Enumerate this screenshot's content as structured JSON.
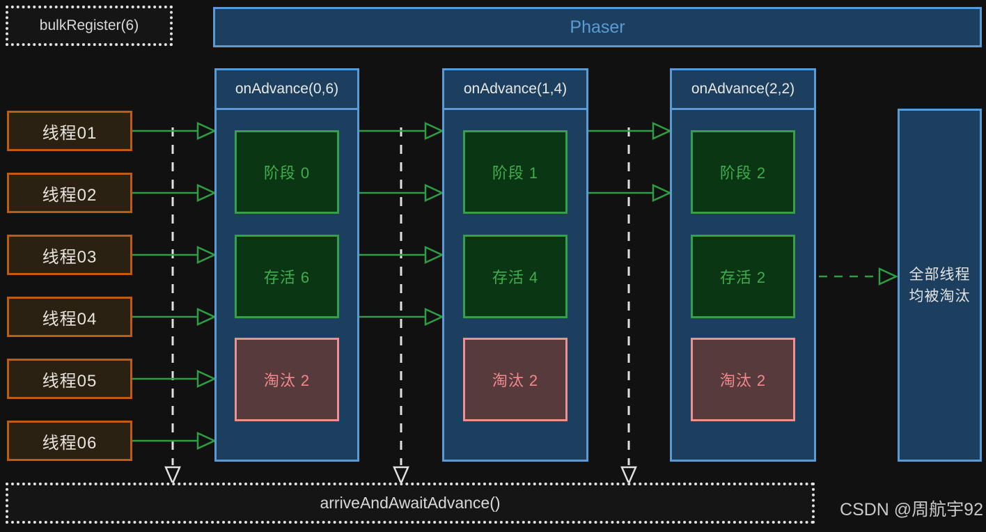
{
  "bulk_register": {
    "label": "bulkRegister(6)"
  },
  "phaser": {
    "title": "Phaser"
  },
  "threads": [
    {
      "label": "线程01"
    },
    {
      "label": "线程02"
    },
    {
      "label": "线程03"
    },
    {
      "label": "线程04"
    },
    {
      "label": "线程05"
    },
    {
      "label": "线程06"
    }
  ],
  "phases": [
    {
      "header": "onAdvance(0,6)",
      "stage": "阶段 0",
      "alive": "存活 6",
      "eliminated": "淘汰 2"
    },
    {
      "header": "onAdvance(1,4)",
      "stage": "阶段 1",
      "alive": "存活 4",
      "eliminated": "淘汰 2"
    },
    {
      "header": "onAdvance(2,2)",
      "stage": "阶段 2",
      "alive": "存活 2",
      "eliminated": "淘汰 2"
    }
  ],
  "result_box": {
    "line1": "全部线程",
    "line2": "均被淘汰"
  },
  "await_box": {
    "label": "arriveAndAwaitAdvance()"
  },
  "watermark": {
    "label": "CSDN @周航宇92"
  },
  "colors": {
    "background": "#111111",
    "blue_border": "#5b9bd5",
    "blue_fill": "#1d3f5f",
    "orange_border": "#c05c10",
    "green_arrow": "#2e9e44",
    "green_box_border": "#34a049",
    "red_box_border": "#ef8f8f",
    "dashed_white": "#e0e0e0"
  }
}
